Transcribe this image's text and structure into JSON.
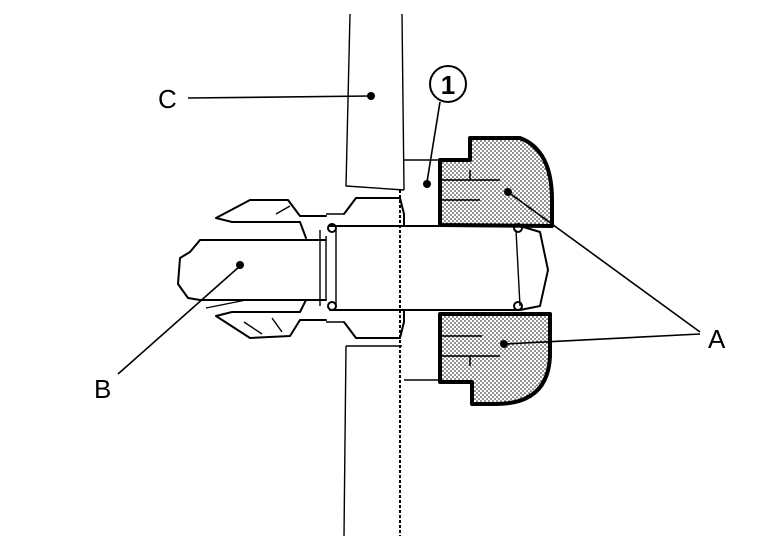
{
  "labels": {
    "c": "C",
    "one": "1",
    "b": "B",
    "a": "A"
  },
  "colors": {
    "line": "#000000",
    "stipple": "#000000",
    "background": "#ffffff"
  }
}
